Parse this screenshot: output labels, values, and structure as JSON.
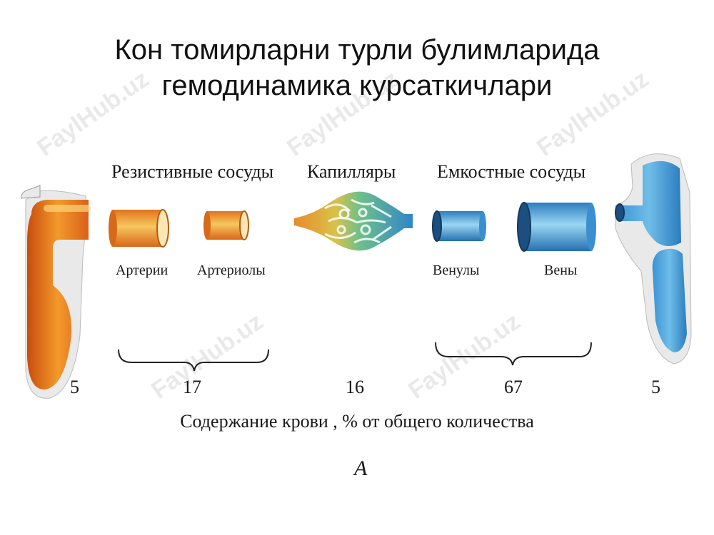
{
  "title": {
    "line1": "Кон томирларни турли булимларида",
    "line2": "гемодинамика курсаткичлари"
  },
  "groups": {
    "resistive": "Резистивные сосуды",
    "capillaries": "Капилляры",
    "capacitive": "Емкостные сосуды"
  },
  "vessels": {
    "arteries": "Артерии",
    "arterioles": "Артериолы",
    "venules": "Венулы",
    "veins": "Вены"
  },
  "blood_content": {
    "left_heart": "5",
    "resistive": "17",
    "capillaries": "16",
    "capacitive": "67",
    "right_heart": "5"
  },
  "caption": "Содержание крови ,  % от  общего количества",
  "figure_letter": "А",
  "watermark": "FaylHub.uz",
  "colors": {
    "arterial": "#e8761a",
    "arterial_light": "#f6c45a",
    "venous": "#2f86c9",
    "venous_light": "#8fd0f0"
  }
}
